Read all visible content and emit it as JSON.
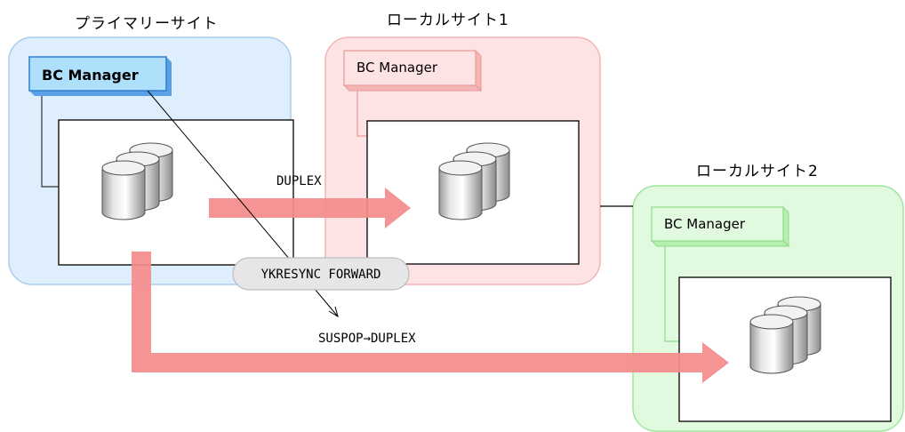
{
  "sites": {
    "primary": {
      "title": "プライマリーサイト",
      "manager": "BC Manager"
    },
    "local1": {
      "title": "ローカルサイト1",
      "manager": "BC Manager"
    },
    "local2": {
      "title": "ローカルサイト2",
      "manager": "BC Manager"
    }
  },
  "arrows": {
    "to_local1": "DUPLEX",
    "to_local2": "SUSPOP→DUPLEX"
  },
  "command": "YKRESYNC FORWARD"
}
